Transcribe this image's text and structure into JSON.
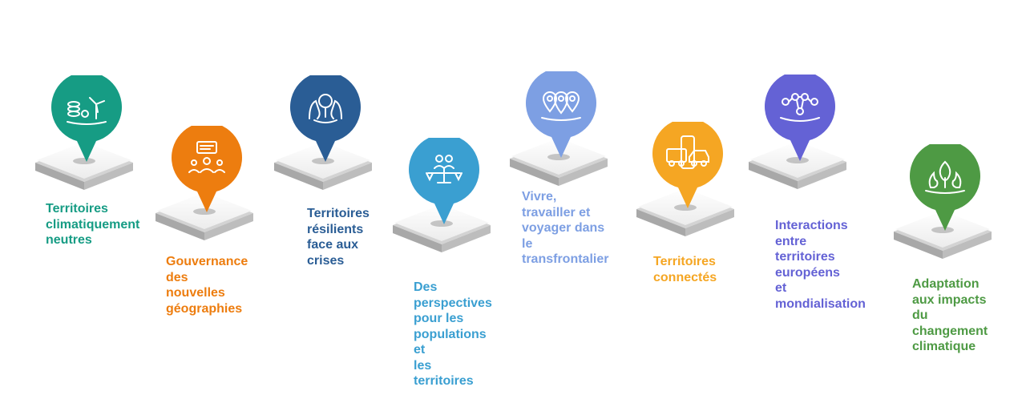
{
  "themes": [
    {
      "label": "Territoires\nclimatiquement\n neutres",
      "color": "#169c84",
      "icon": "wind-turbine-icon"
    },
    {
      "label": "Gouvernance\ndes nouvelles\ngéographies",
      "color": "#ed7d0f",
      "icon": "governance-meeting-icon"
    },
    {
      "label": "Territoires\nrésilients\nface aux\ncrises",
      "color": "#2a5d95",
      "icon": "resilience-hands-icon"
    },
    {
      "label": "Des perspectives\npour les\npopulations et\nles territoires",
      "color": "#3a9fd1",
      "icon": "balance-people-icon"
    },
    {
      "label": "Vivre,\ntravailler et\nvoyager dans le\ntransfrontalier",
      "color": "#7d9fe3",
      "icon": "map-pins-icon"
    },
    {
      "label": "Territoires\nconnectés",
      "color": "#f5a623",
      "icon": "connected-transport-icon"
    },
    {
      "label": "Interactions\nentre\nterritoires\neuropéens\net\nmondialisation",
      "color": "#6462d5",
      "icon": "network-people-icon"
    },
    {
      "label": "Adaptation\naux impacts\ndu\nchangement\nclimatique",
      "color": "#4e9a44",
      "icon": "nature-fire-icon"
    }
  ]
}
